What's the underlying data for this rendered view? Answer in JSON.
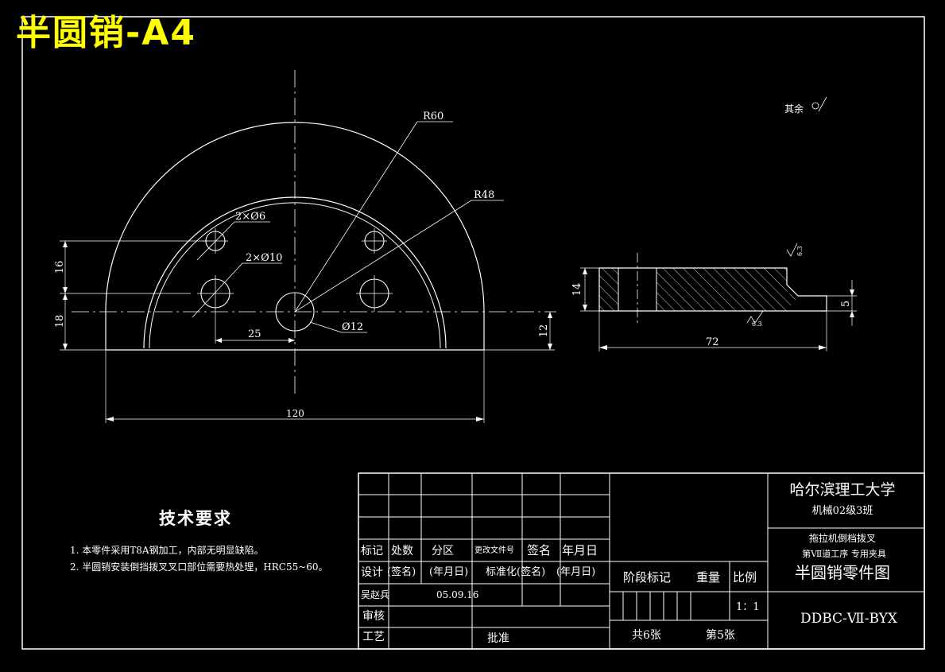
{
  "title": "半圆销-A4",
  "surface_note": "其余",
  "dimensions": {
    "r60": "R60",
    "r48": "R48",
    "holes_small": "2×Ø6",
    "holes_large": "2×Ø10",
    "bore": "Ø12",
    "d25": "25",
    "d120": "120",
    "d16": "16",
    "d18": "18",
    "d12": "12",
    "d14": "14",
    "d5": "5",
    "d72": "72",
    "roughness_a": "6.3",
    "roughness_b": "6.3"
  },
  "tech_requirements": {
    "heading": "技术要求",
    "items": [
      "1. 本零件采用T8A钢加工，内部无明显缺陷。",
      "2. 半圆销安装倒挡拨叉叉口部位需要热处理，HRC55~60。"
    ]
  },
  "title_block": {
    "col_mark": "标记",
    "col_count": "处数",
    "col_zone": "分区",
    "col_change_doc": "更改文件号",
    "col_sign": "签名",
    "col_date": "年月日",
    "design": "设计",
    "sign_paren": "(签名)",
    "date_paren": "(年月日)",
    "standardize": "标准化",
    "sign_paren2": "(签名)",
    "date_paren2": "(年月日)",
    "designer": "吴赵兵",
    "design_date": "05.09.16",
    "review": "审核",
    "process": "工艺",
    "approve": "批准",
    "stage_mark": "阶段标记",
    "weight": "重量",
    "scale_label": "比例",
    "scale_value": "1：1",
    "sheets_total": "共6张",
    "sheet_no": "第5张",
    "university": "哈尔滨理工大学",
    "class": "机械02级3班",
    "part_desc1": "拖拉机倒档拨叉",
    "part_desc2": "第Ⅶ道工序 专用夹具",
    "drawing_name": "半圆销零件图",
    "drawing_code": "DDBC-Ⅶ-BYX"
  }
}
